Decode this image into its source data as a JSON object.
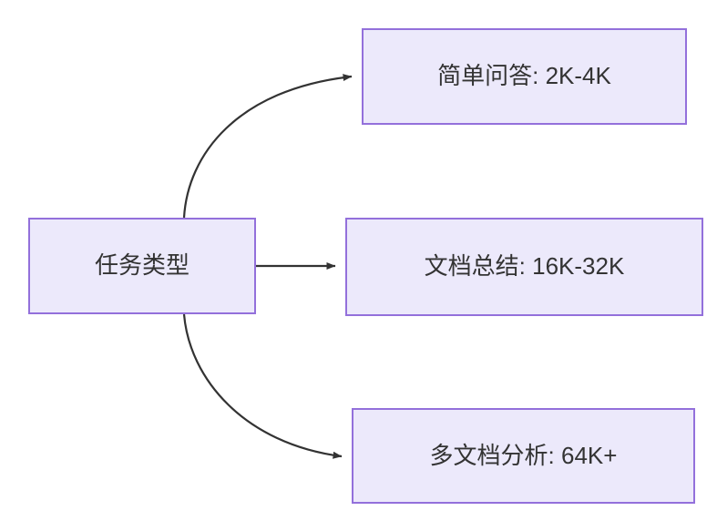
{
  "diagram": {
    "type": "flowchart",
    "direction": "left-to-right",
    "background_color": "#ffffff",
    "node_fill_color": "#ece9fb",
    "node_border_color": "#9370db",
    "node_text_color": "#333333",
    "edge_color": "#333333",
    "nodes": [
      {
        "id": "root",
        "label": "任务类型",
        "role": "source"
      },
      {
        "id": "simple",
        "label": "简单问答: 2K-4K",
        "role": "target"
      },
      {
        "id": "doc",
        "label": "文档总结: 16K-32K",
        "role": "target"
      },
      {
        "id": "multi",
        "label": "多文档分析: 64K+",
        "role": "target"
      }
    ],
    "edges": [
      {
        "id": "edge-root-simple",
        "from": "root",
        "to": "simple",
        "label": "",
        "style": "curved",
        "arrow": "triangle"
      },
      {
        "id": "edge-root-doc",
        "from": "root",
        "to": "doc",
        "label": "",
        "style": "straight",
        "arrow": "triangle"
      },
      {
        "id": "edge-root-multi",
        "from": "root",
        "to": "multi",
        "label": "",
        "style": "curved",
        "arrow": "triangle"
      }
    ]
  }
}
